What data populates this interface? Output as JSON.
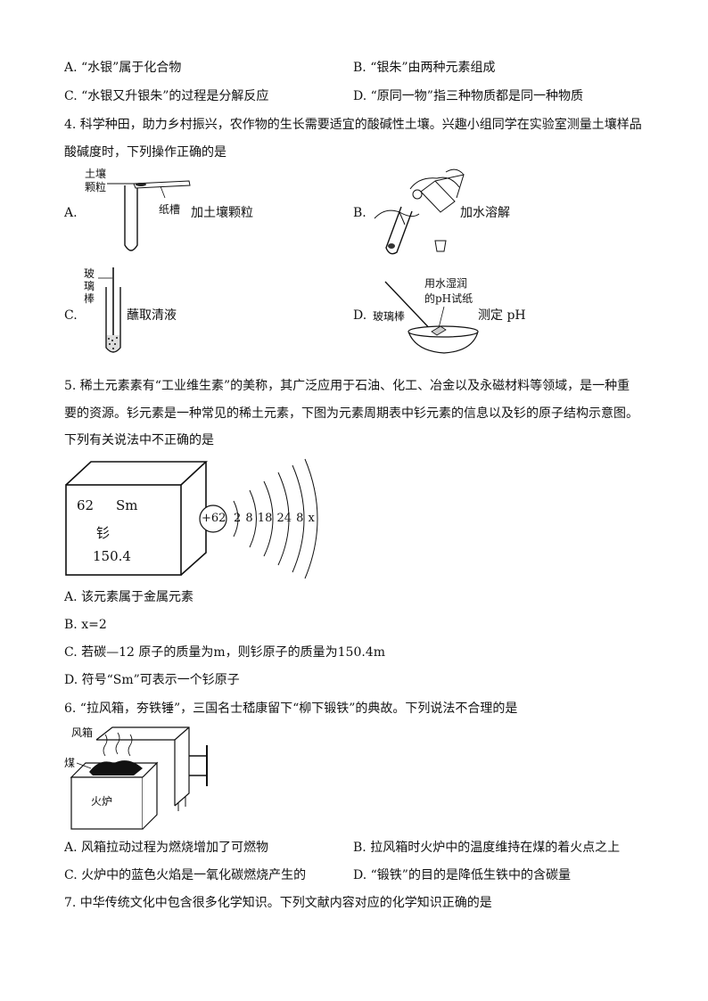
{
  "q3": {
    "optA": "A. “水银”属于化合物",
    "optB": "B. “银朱”由两种元素组成",
    "optC": "C. “水银又升银朱”的过程是分解反应",
    "optD": "D. “原同一物”指三种物质都是同一种物质"
  },
  "q4": {
    "line1": "4. 科学种田，助力乡村振兴，农作物的生长需要适宜的酸碱性土壤。兴趣小组同学在实验室测量土壤样品",
    "line2": "酸碱度时，下列操作正确的是",
    "optA": {
      "letter": "A.",
      "soil_label_1": "土壤",
      "soil_label_2": "颗粒",
      "trough_label": "纸槽",
      "caption": "加土壤颗粒"
    },
    "optB": {
      "letter": "B.",
      "caption": "加水溶解"
    },
    "optC": {
      "letter": "C.",
      "rod_label_1": "玻",
      "rod_label_2": "璃",
      "rod_label_3": "棒",
      "caption": "蘸取清液"
    },
    "optD": {
      "letter": "D.",
      "paper_label_1": "用水湿润",
      "paper_label_2": "的pH试纸",
      "rod_label": "玻璃棒",
      "caption": "测定 pH"
    }
  },
  "q5": {
    "line1": "5. 稀土元素素有“工业维生素”的美称，其广泛应用于石油、化工、冶金以及永磁材料等领域，是一种重",
    "line2": "要的资源。钐元素是一种常见的稀土元素，下图为元素周期表中钐元素的信息以及钐的原子结构示意图。",
    "line3": "下列有关说法中不正确的是",
    "element": {
      "number": "62",
      "symbol": "Sm",
      "name": "钐",
      "mass": "150.4"
    },
    "atom": {
      "nucleus": "+62",
      "shells": "2 8 18 24 8 x"
    },
    "optA": "A. 该元素属于金属元素",
    "optB": "B. x=2",
    "optC": "C. 若碳—12 原子的质量为m，则钐原子的质量为150.4m",
    "optD": "D. 符号“Sm”可表示一个钐原子"
  },
  "q6": {
    "stem": "6. “拉风箱，夯铁锤”，三国名士嵇康留下“柳下锻铁”的典故。下列说法不合理的是",
    "bellows_label": "风箱",
    "coal_label": "煤",
    "furnace_label": "火炉",
    "optA": "A. 风箱拉动过程为燃烧增加了可燃物",
    "optB": "B. 拉风箱时火炉中的温度维持在煤的着火点之上",
    "optC": "C. 火炉中的蓝色火焰是一氧化碳燃烧产生的",
    "optD": "D. “锻铁”的目的是降低生铁中的含碳量"
  },
  "q7": {
    "stem": "7. 中华传统文化中包含很多化学知识。下列文献内容对应的化学知识正确的是"
  }
}
